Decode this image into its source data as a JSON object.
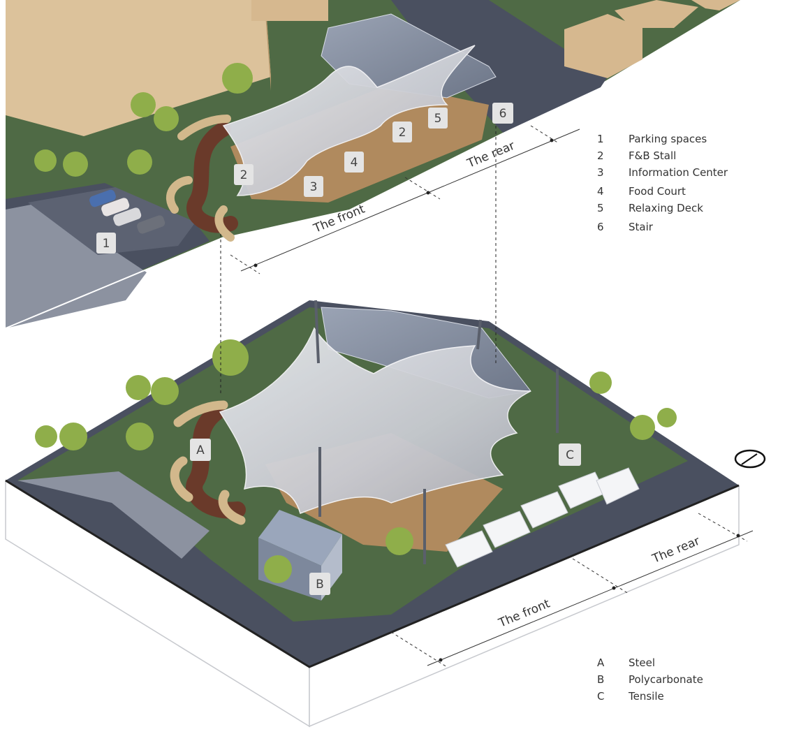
{
  "upper_plan": {
    "tags": [
      "1",
      "2",
      "2",
      "3",
      "4",
      "5",
      "6"
    ],
    "dimensions": {
      "front": "The front",
      "rear": "The rear"
    },
    "legend": [
      {
        "key": "1",
        "label": "Parking spaces"
      },
      {
        "key": "2",
        "label": "F&B Stall"
      },
      {
        "key": "3",
        "label": "Information Center"
      },
      {
        "key": "4",
        "label": "Food Court"
      },
      {
        "key": "5",
        "label": "Relaxing Deck"
      },
      {
        "key": "6",
        "label": "Stair"
      }
    ]
  },
  "lower_model": {
    "tags": [
      "A",
      "B",
      "C"
    ],
    "dimensions": {
      "front": "The front",
      "rear": "The rear"
    },
    "legend": [
      {
        "key": "A",
        "label": "Steel"
      },
      {
        "key": "B",
        "label": "Polycarbonate"
      },
      {
        "key": "C",
        "label": "Tensile"
      }
    ]
  },
  "colors": {
    "grass": "#4f6a45",
    "road": "#4a5060",
    "sidewalk": "#8c92a0",
    "building": "#d6b88f",
    "canopy": "#d4d6dc",
    "deck": "#b08a5e",
    "van": "#f4f5f7",
    "line": "#222222"
  }
}
